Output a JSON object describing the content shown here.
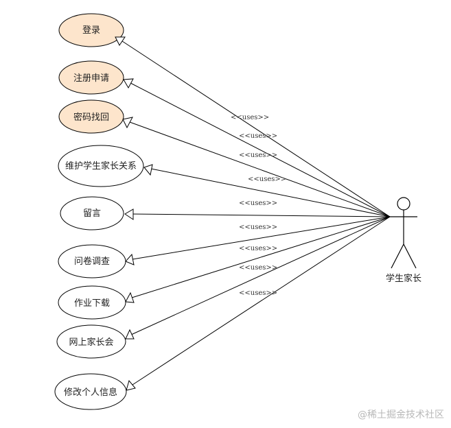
{
  "actor": {
    "name": "学生家长"
  },
  "use_cases": [
    {
      "label": "登录",
      "highlighted": true
    },
    {
      "label": "注册申请",
      "highlighted": true
    },
    {
      "label": "密码找回",
      "highlighted": true
    },
    {
      "label": "维护学生家长关系",
      "highlighted": false
    },
    {
      "label": "留言",
      "highlighted": false
    },
    {
      "label": "问卷调查",
      "highlighted": false
    },
    {
      "label": "作业下载",
      "highlighted": false
    },
    {
      "label": "网上家长会",
      "highlighted": false
    },
    {
      "label": "修改个人信息",
      "highlighted": false
    }
  ],
  "relation_label": "<<uses>>",
  "colors": {
    "highlight_fill": "#fde5cc",
    "default_fill": "#ffffff",
    "stroke": "#000000"
  },
  "watermark": "@稀土掘金技术社区"
}
